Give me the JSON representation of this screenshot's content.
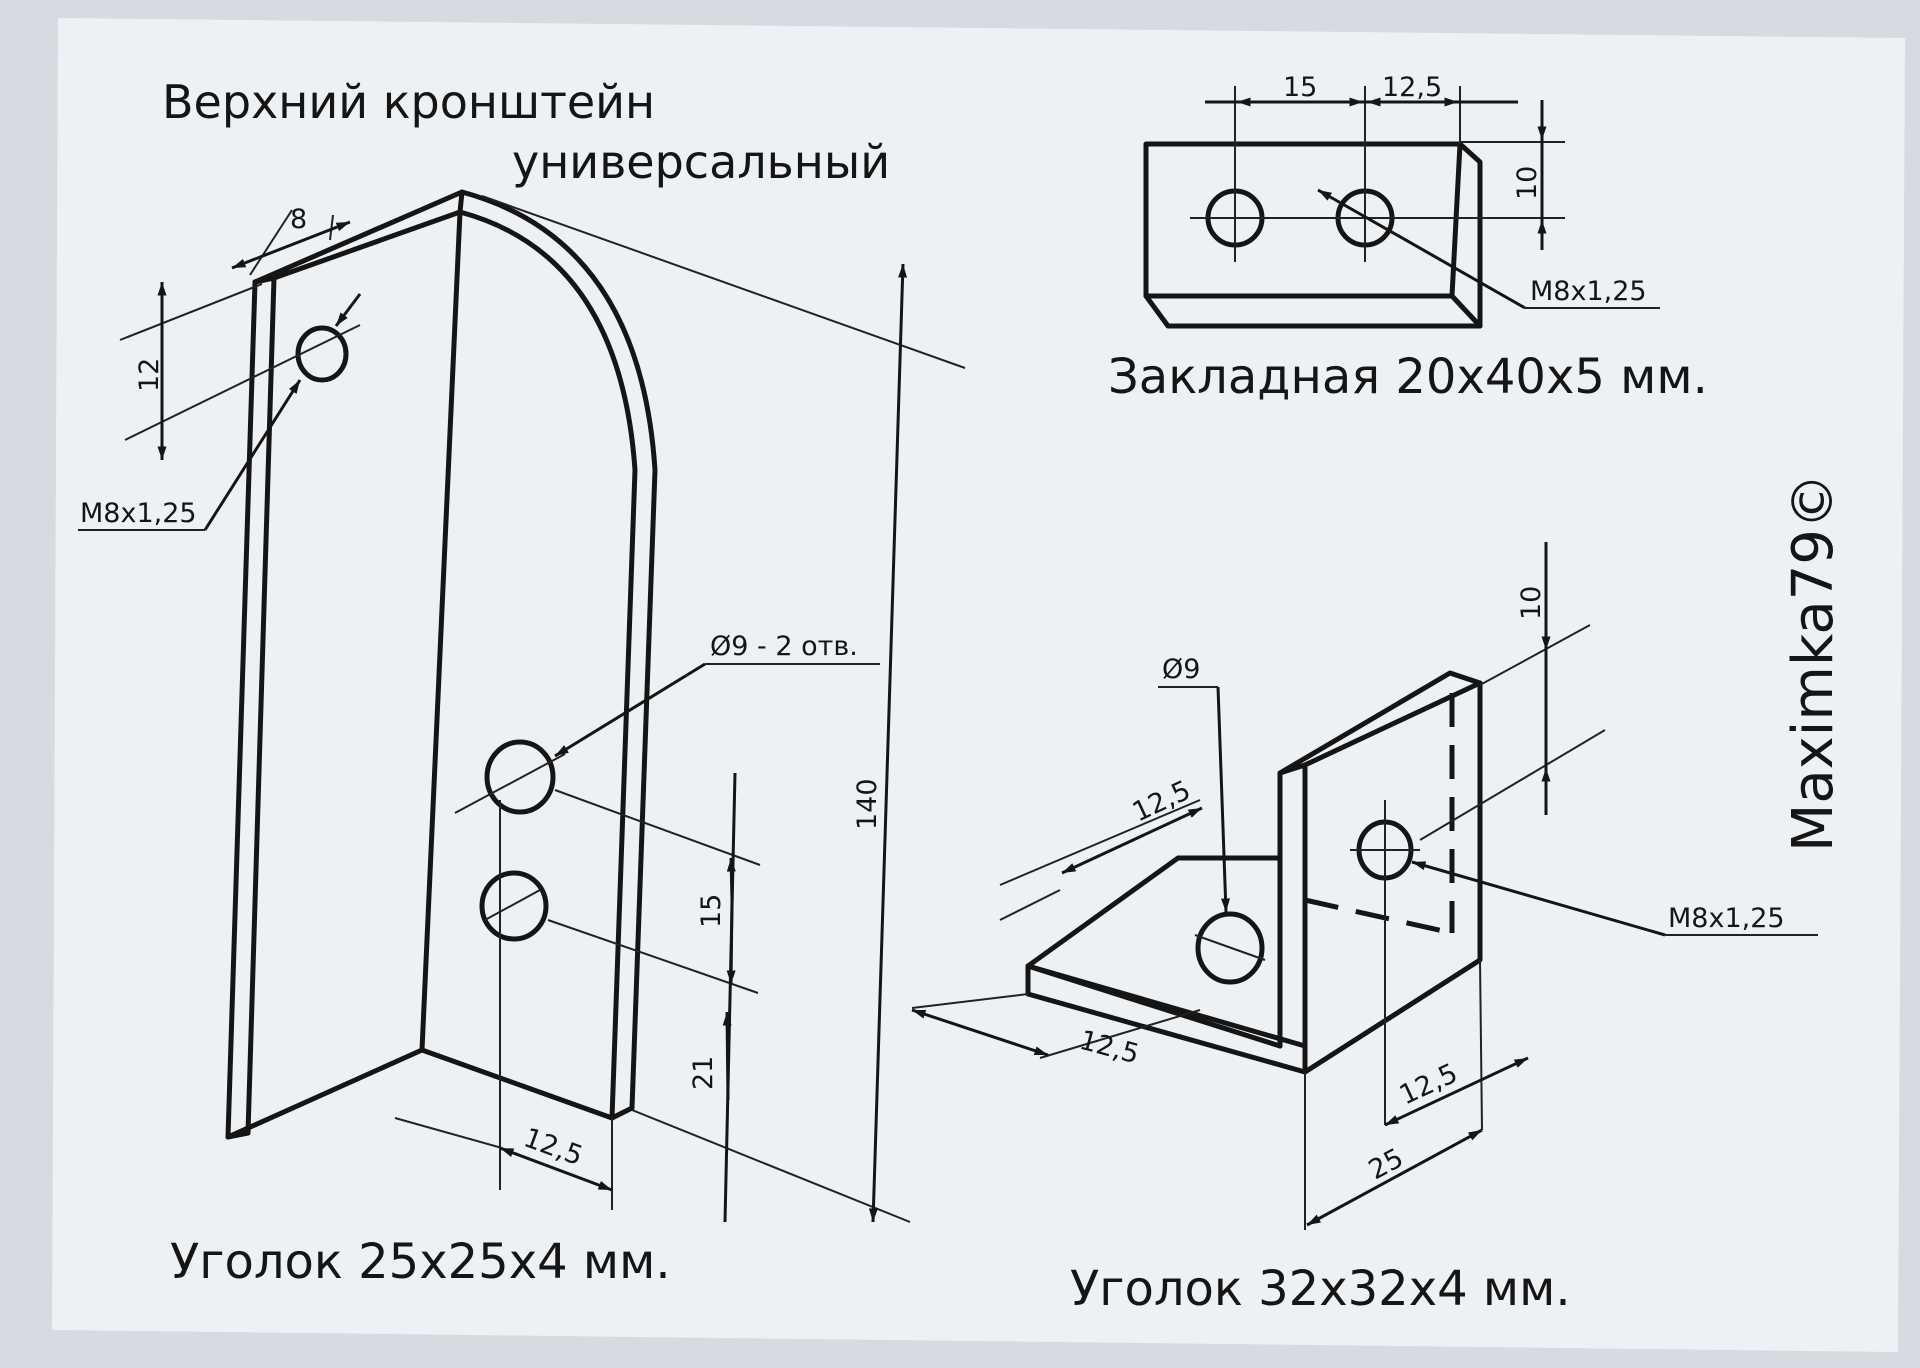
{
  "bracket": {
    "title_line1": "Верхний кронштейн",
    "title_line2": "универсальный",
    "caption": "Уголок  25х25х4 мм.",
    "dims": {
      "d8": "8",
      "d12": "12",
      "d140": "140",
      "d15": "15",
      "d21": "21",
      "d12_5": "12,5"
    },
    "thread_note": "М8х1,25",
    "holes_note": "Ø9 - 2 отв."
  },
  "plate": {
    "caption": "Закладная 20х40х5 мм.",
    "dims": {
      "d15": "15",
      "d12_5": "12,5",
      "d10": "10"
    },
    "thread_note": "М8х1,25"
  },
  "angle": {
    "caption": "Уголок  32х32х4 мм.",
    "dims": {
      "d10": "10",
      "d12_5_top": "12,5",
      "d12_5_bottom": "12,5",
      "d12_5_right": "12,5",
      "d25": "25"
    },
    "hole_note": "Ø9",
    "thread_note": "М8х1,25"
  },
  "watermark": "Maximka79©"
}
